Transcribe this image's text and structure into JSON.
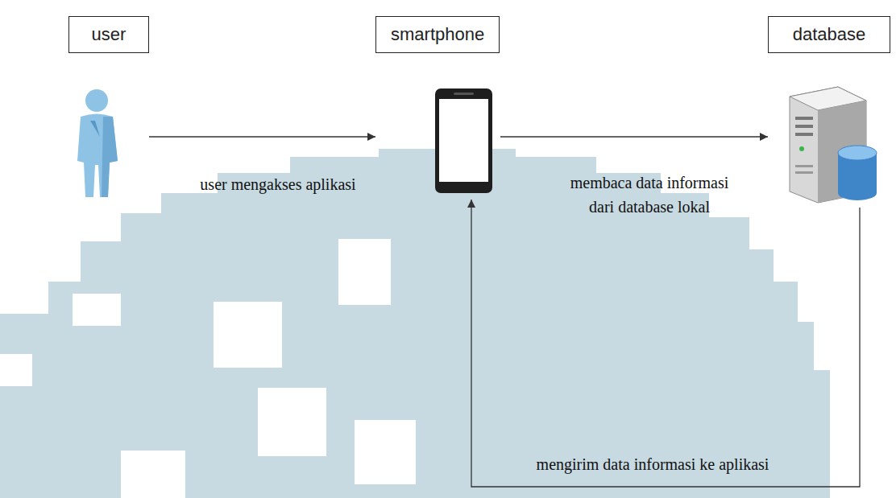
{
  "diagram": {
    "nodes": [
      {
        "text": [
          "user"
        ]
      },
      {
        "text": [
          "smartphone"
        ]
      },
      {
        "text": [
          "database"
        ]
      }
    ],
    "edges": [
      {
        "from": 0,
        "to": 1,
        "arrow": "to",
        "label": "user mengakses aplikasi"
      },
      {
        "from": 1,
        "to": 2,
        "arrow": "to",
        "label": "membaca data informasi dari database lokal"
      },
      {
        "from": 2,
        "to": 1,
        "arrow": "to",
        "label": "mengirim data informasi ke aplikasi"
      }
    ]
  }
}
